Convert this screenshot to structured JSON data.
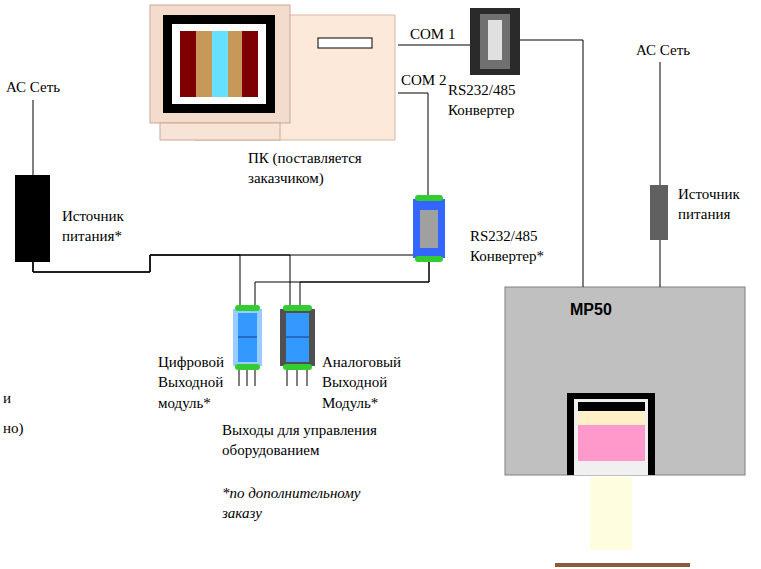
{
  "diagram": {
    "nodes": [
      {
        "text": [
          "ПК (поставляется заказчиком)"
        ]
      },
      {
        "text": [
          "RS232/485 Конвертер"
        ]
      },
      {
        "text": [
          "Источник питания"
        ]
      },
      {
        "text": [
          "Источник питания*"
        ]
      },
      {
        "text": [
          "RS232/485 Конвертер*"
        ]
      },
      {
        "text": [
          "Цифровой Выходной модуль*"
        ]
      },
      {
        "text": [
          "Аналоговый Выходной Модуль*"
        ]
      },
      {
        "text": [
          "MP50"
        ]
      }
    ],
    "edges": [
      {
        "from": 0,
        "to": 1,
        "arrow": "none",
        "label": "COM 1"
      },
      {
        "from": 0,
        "to": 4,
        "arrow": "none",
        "label": "COM 2"
      },
      {
        "from": 1,
        "to": 7,
        "arrow": "none"
      },
      {
        "from": 2,
        "to": 7,
        "arrow": "none"
      },
      {
        "from": 3,
        "to": 5,
        "arrow": "none"
      },
      {
        "from": 3,
        "to": 6,
        "arrow": "none"
      },
      {
        "from": 3,
        "to": 4,
        "arrow": "none"
      },
      {
        "from": 4,
        "to": 5,
        "arrow": "none"
      },
      {
        "from": 4,
        "to": 6,
        "arrow": "none"
      }
    ],
    "labels": [
      "АС Сеть",
      "АС Сеть",
      "и",
      "но)",
      "Выходы для управления оборудованием",
      "*по дополнительному заказу"
    ]
  }
}
